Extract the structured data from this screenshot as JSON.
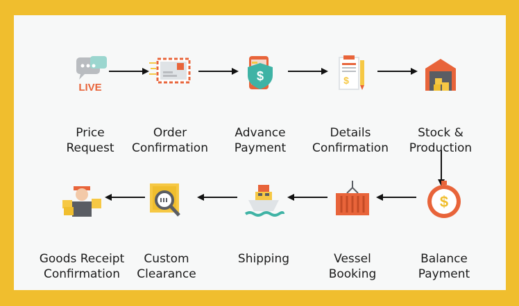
{
  "steps": [
    {
      "label": "Price\nRequest",
      "icon": "live-chat-icon"
    },
    {
      "label": "Order\nConfirmation",
      "icon": "mail-chip-icon"
    },
    {
      "label": "Advance\nPayment",
      "icon": "mobile-payment-shield-icon"
    },
    {
      "label": "Details\nConfirmation",
      "icon": "clipboard-pen-icon"
    },
    {
      "label": "Stock &\nProduction",
      "icon": "warehouse-icon"
    },
    {
      "label": "Balance\nPayment",
      "icon": "stopwatch-dollar-icon"
    },
    {
      "label": "Vessel\nBooking",
      "icon": "container-icon"
    },
    {
      "label": "Shipping",
      "icon": "cargo-ship-icon"
    },
    {
      "label": "Custom\nClearance",
      "icon": "package-inspection-icon"
    },
    {
      "label": "Goods Receipt\nConfirmation",
      "icon": "delivery-worker-icon"
    }
  ],
  "colors": {
    "frame": "#f0be2e",
    "panel": "#f7f8f8",
    "arrow": "#111111",
    "accent_orange": "#e8643a",
    "accent_teal": "#3fb3a5",
    "accent_yellow": "#f6c844"
  }
}
